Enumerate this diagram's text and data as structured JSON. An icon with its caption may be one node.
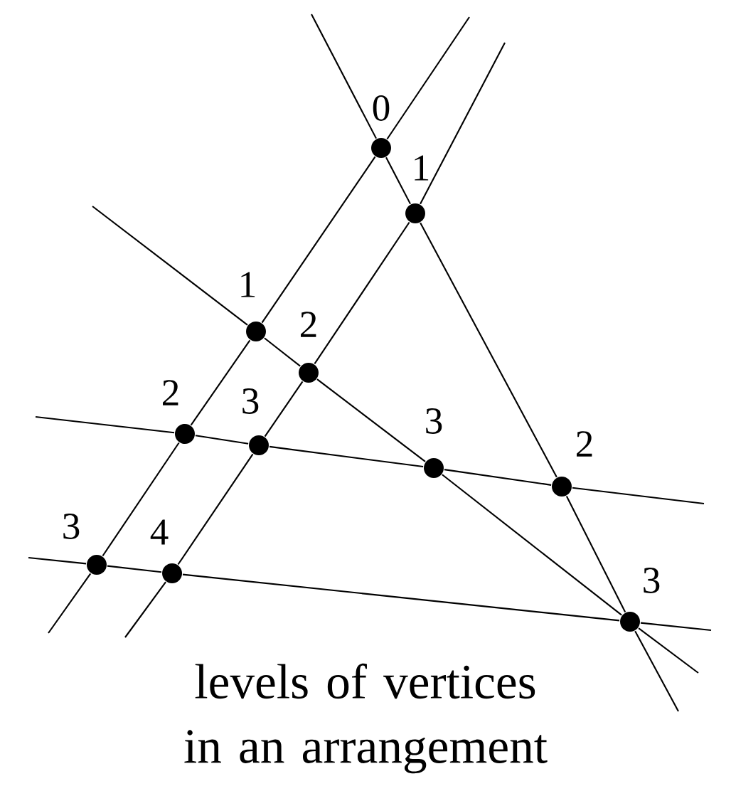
{
  "diagram": {
    "caption": "levels of vertices in an arrangement",
    "nodes": [
      {
        "text": [],
        "shape": "circle",
        "beside": [
          "0"
        ]
      },
      {
        "text": [],
        "shape": "circle",
        "beside": [
          "1"
        ]
      },
      {
        "text": [],
        "shape": "circle",
        "beside": [
          "1"
        ]
      },
      {
        "text": [],
        "shape": "circle",
        "beside": [
          "2"
        ]
      },
      {
        "text": [],
        "shape": "circle",
        "beside": [
          "2"
        ]
      },
      {
        "text": [],
        "shape": "circle",
        "beside": [
          "3"
        ]
      },
      {
        "text": [],
        "shape": "circle",
        "beside": [
          "3"
        ]
      },
      {
        "text": [],
        "shape": "circle",
        "beside": [
          "2"
        ]
      },
      {
        "text": [],
        "shape": "circle",
        "beside": [
          "3"
        ]
      },
      {
        "text": [],
        "shape": "circle",
        "beside": [
          "4"
        ]
      },
      {
        "text": [],
        "shape": "circle",
        "beside": [
          "3"
        ]
      }
    ],
    "edges": [
      {
        "from": null,
        "to": 0,
        "arrow": "none"
      },
      {
        "from": 0,
        "to": 2,
        "arrow": "none"
      },
      {
        "from": 2,
        "to": 4,
        "arrow": "none"
      },
      {
        "from": 4,
        "to": 8,
        "arrow": "none"
      },
      {
        "from": 8,
        "to": null,
        "arrow": "none"
      },
      {
        "from": null,
        "to": 1,
        "arrow": "none"
      },
      {
        "from": 1,
        "to": 3,
        "arrow": "none"
      },
      {
        "from": 3,
        "to": 5,
        "arrow": "none"
      },
      {
        "from": 5,
        "to": 9,
        "arrow": "none"
      },
      {
        "from": 9,
        "to": null,
        "arrow": "none"
      },
      {
        "from": null,
        "to": 0,
        "arrow": "none"
      },
      {
        "from": 0,
        "to": 1,
        "arrow": "none"
      },
      {
        "from": 1,
        "to": 7,
        "arrow": "none"
      },
      {
        "from": 7,
        "to": 10,
        "arrow": "none"
      },
      {
        "from": 10,
        "to": null,
        "arrow": "none"
      },
      {
        "from": null,
        "to": 2,
        "arrow": "none"
      },
      {
        "from": 2,
        "to": 3,
        "arrow": "none"
      },
      {
        "from": 3,
        "to": 6,
        "arrow": "none"
      },
      {
        "from": 6,
        "to": 10,
        "arrow": "none"
      },
      {
        "from": 10,
        "to": null,
        "arrow": "none"
      },
      {
        "from": null,
        "to": 4,
        "arrow": "none"
      },
      {
        "from": 4,
        "to": 5,
        "arrow": "none"
      },
      {
        "from": 5,
        "to": 6,
        "arrow": "none"
      },
      {
        "from": 6,
        "to": 7,
        "arrow": "none"
      },
      {
        "from": 7,
        "to": null,
        "arrow": "none"
      },
      {
        "from": null,
        "to": 8,
        "arrow": "none"
      },
      {
        "from": 8,
        "to": 9,
        "arrow": "none"
      },
      {
        "from": 9,
        "to": 10,
        "arrow": "none"
      },
      {
        "from": 10,
        "to": null,
        "arrow": "none"
      }
    ]
  }
}
